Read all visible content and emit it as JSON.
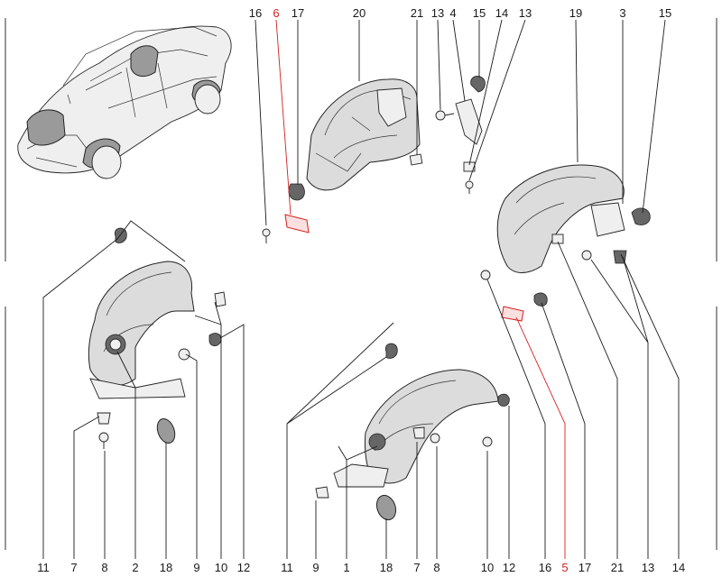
{
  "colors": {
    "callout_default": "#1a1a1a",
    "callout_highlight": "#d42020",
    "line": "#222222",
    "background": "#ffffff"
  },
  "callouts": {
    "top": [
      {
        "id": "top-16a",
        "text": "16",
        "highlight": false
      },
      {
        "id": "top-6",
        "text": "6",
        "highlight": true
      },
      {
        "id": "top-17a",
        "text": "17",
        "highlight": false
      },
      {
        "id": "top-20",
        "text": "20",
        "highlight": false
      },
      {
        "id": "top-21a",
        "text": "21",
        "highlight": false
      },
      {
        "id": "top-13a",
        "text": "13",
        "highlight": false
      },
      {
        "id": "top-4",
        "text": "4",
        "highlight": false
      },
      {
        "id": "top-15a",
        "text": "15",
        "highlight": false
      },
      {
        "id": "top-14a",
        "text": "14",
        "highlight": false
      },
      {
        "id": "top-13b",
        "text": "13",
        "highlight": false
      },
      {
        "id": "top-19",
        "text": "19",
        "highlight": false
      },
      {
        "id": "top-3",
        "text": "3",
        "highlight": false
      },
      {
        "id": "top-15b",
        "text": "15",
        "highlight": false
      }
    ],
    "bottom": [
      {
        "id": "bot-11a",
        "text": "11",
        "highlight": false
      },
      {
        "id": "bot-7a",
        "text": "7",
        "highlight": false
      },
      {
        "id": "bot-8a",
        "text": "8",
        "highlight": false
      },
      {
        "id": "bot-2",
        "text": "2",
        "highlight": false
      },
      {
        "id": "bot-18a",
        "text": "18",
        "highlight": false
      },
      {
        "id": "bot-9a",
        "text": "9",
        "highlight": false
      },
      {
        "id": "bot-10a",
        "text": "10",
        "highlight": false
      },
      {
        "id": "bot-12a",
        "text": "12",
        "highlight": false
      },
      {
        "id": "bot-11b",
        "text": "11",
        "highlight": false
      },
      {
        "id": "bot-9b",
        "text": "9",
        "highlight": false
      },
      {
        "id": "bot-1",
        "text": "1",
        "highlight": false
      },
      {
        "id": "bot-18b",
        "text": "18",
        "highlight": false
      },
      {
        "id": "bot-7b",
        "text": "7",
        "highlight": false
      },
      {
        "id": "bot-8b",
        "text": "8",
        "highlight": false
      },
      {
        "id": "bot-10b",
        "text": "10",
        "highlight": false
      },
      {
        "id": "bot-12b",
        "text": "12",
        "highlight": false
      },
      {
        "id": "bot-16",
        "text": "16",
        "highlight": false
      },
      {
        "id": "bot-5",
        "text": "5",
        "highlight": true
      },
      {
        "id": "bot-17",
        "text": "17",
        "highlight": false
      },
      {
        "id": "bot-21",
        "text": "21",
        "highlight": false
      },
      {
        "id": "bot-13",
        "text": "13",
        "highlight": false
      },
      {
        "id": "bot-14",
        "text": "14",
        "highlight": false
      }
    ]
  },
  "groups": {
    "car_overview": "car-overview",
    "front_left_liner": "front-left-wheel-arch-liner",
    "front_right_liner": "front-right-wheel-arch-liner",
    "rear_left_liner": "rear-left-wheel-arch-liner",
    "rear_right_liner": "rear-right-wheel-arch-liner"
  }
}
